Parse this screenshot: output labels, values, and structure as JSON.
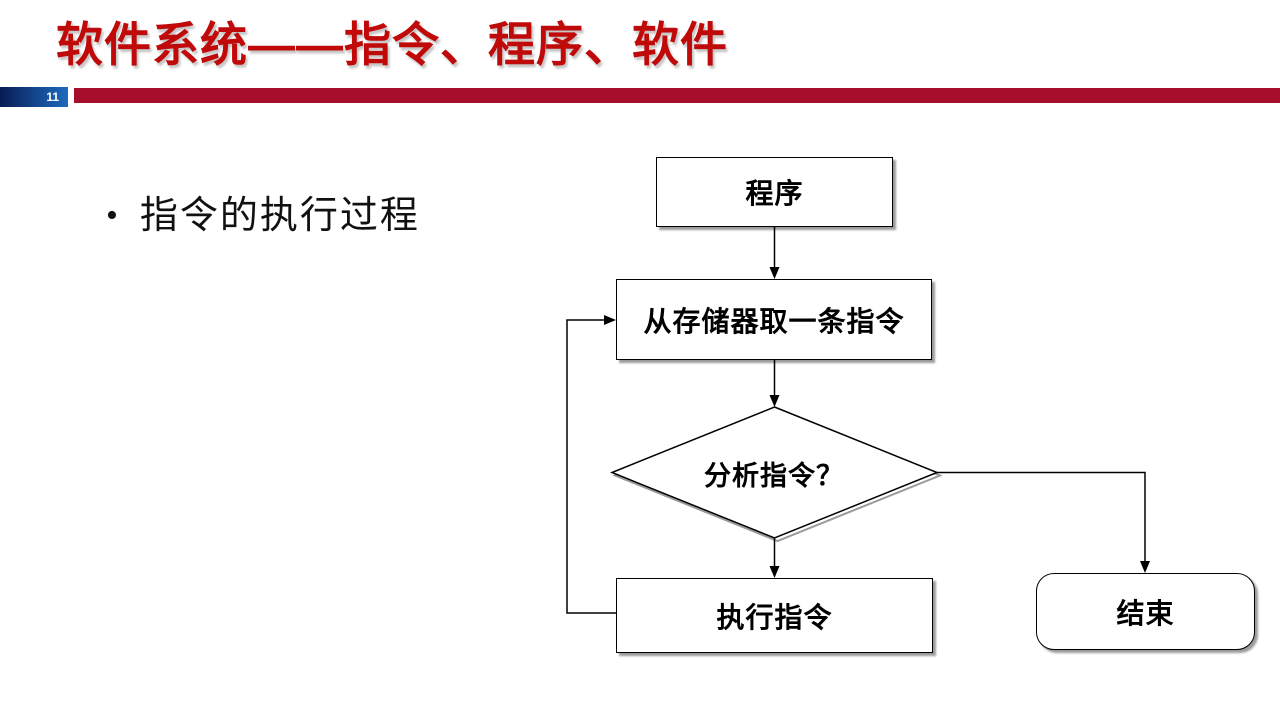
{
  "slide": {
    "title": "软件系统——指令、程序、软件",
    "page_number": "11",
    "bullet_marker": "•",
    "bullet": "指令的执行过程"
  },
  "flowchart": {
    "nodes": {
      "program": "程序",
      "fetch": "从存储器取一条指令",
      "decision": "分析指令？",
      "execute": "执行指令",
      "end": "结束"
    }
  },
  "colors": {
    "title_red": "#C00909",
    "bar_red": "#A60E2B",
    "page_badge_gradient_start": "#081C54",
    "page_badge_gradient_end": "#1E6BBF"
  }
}
